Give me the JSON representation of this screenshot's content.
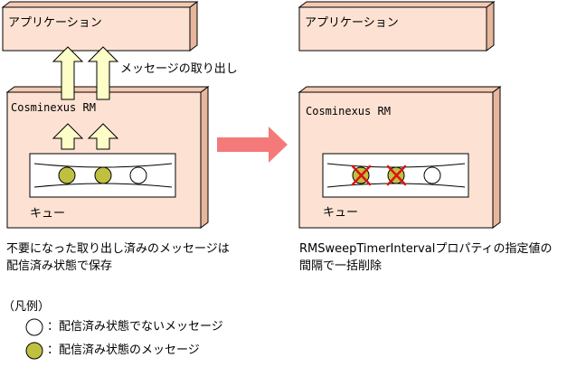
{
  "left": {
    "app_label": "アプリケーション",
    "retrieve_label": "メッセージの取り出し",
    "rm_label": "Cosminexus RM",
    "queue_label": "キュー",
    "caption_line1": "不要になった取り出し済みのメッセージは",
    "caption_line2": "配信済み状態で保存"
  },
  "right": {
    "app_label": "アプリケーション",
    "rm_label": "Cosminexus RM",
    "queue_label": "キュー",
    "caption_line1": "RMSweepTimerIntervalプロパティの指定値の",
    "caption_line2": "間隔で一括削除"
  },
  "legend": {
    "title": "（凡例）",
    "undelivered": "：配信済み状態でないメッセージ",
    "delivered": "：配信済み状態のメッセージ"
  },
  "colors": {
    "box_fill": "#fde2d3",
    "box_side": "#e7b79c",
    "arrow_up_fill": "#fdfdc7",
    "delivered_fill": "#c0c040",
    "transition_arrow": "#f47a7a",
    "delete_mark": "#e01010"
  }
}
